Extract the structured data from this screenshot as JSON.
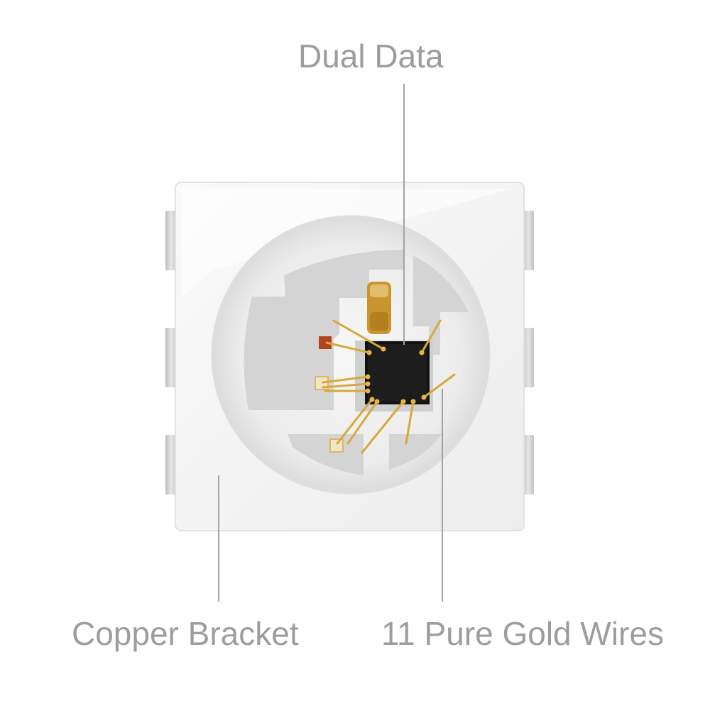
{
  "labels": {
    "dual_data": "Dual Data",
    "copper_bracket": "Copper Bracket",
    "gold_wires": "11 Pure Gold Wires"
  },
  "icons": [
    "led-package-icon",
    "ic-chip-icon",
    "capacitor-icon"
  ],
  "colors": {
    "label_text": "#9d9d9d",
    "leader_line": "#9d9d9d",
    "package_body": "#f1f1f1",
    "lens": "#e6e6e6",
    "copper_pad": "#d6d6d6",
    "chip": "#111111",
    "gold_wire": "#d8a83a",
    "capacitor": "#c9952e",
    "red_die": "#b0441e"
  }
}
